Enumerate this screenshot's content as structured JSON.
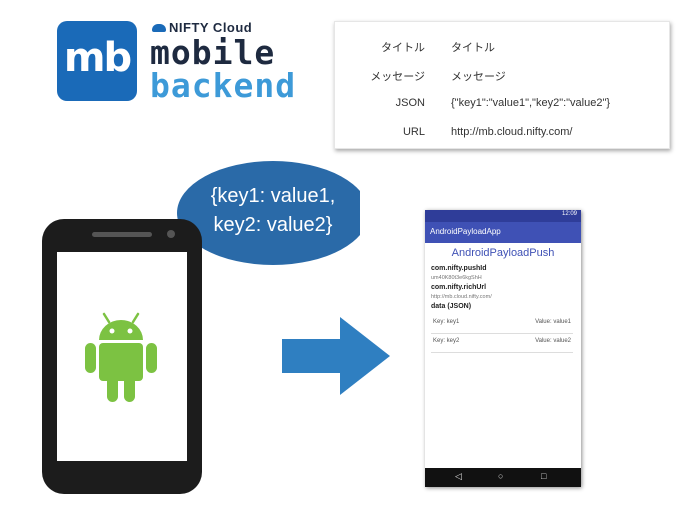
{
  "logo": {
    "tile_text": "mb",
    "provider": "NIFTY Cloud",
    "word1": "mobile",
    "word2": "backend",
    "colors": {
      "tile": "#1a6ab8",
      "dark": "#1e2a40",
      "light": "#3d9ad8"
    }
  },
  "payload_table": {
    "rows": [
      {
        "key": "タイトル",
        "value": "タイトル"
      },
      {
        "key": "メッセージ",
        "value": "メッセージ"
      },
      {
        "key": "JSON",
        "value": "{\"key1\":\"value1\",\"key2\":\"value2\"}"
      },
      {
        "key": "URL",
        "value": "http://mb.cloud.nifty.com/"
      }
    ]
  },
  "speech_bubble": {
    "line1": "{key1: value1,",
    "line2": "key2: value2}",
    "color": "#2a6aa8"
  },
  "arrow_color": "#2f7fc1",
  "android_icon_color": "#7cc242",
  "device": {
    "status_time": "12:09",
    "app_title": "AndroidPayloadApp",
    "heading": "AndroidPayloadPush",
    "fields": [
      {
        "label": "com.nifty.pushId",
        "value": "um40K80t3e6kgShH"
      },
      {
        "label": "com.nifty.richUrl",
        "value": "http://mb.cloud.nifty.com/"
      },
      {
        "label": "data (JSON)",
        "value": ""
      }
    ],
    "rows": [
      {
        "key": "Key: key1",
        "value": "Value: value1"
      },
      {
        "key": "Key: key2",
        "value": "Value: value2"
      }
    ],
    "nav_icons": [
      "back-icon",
      "home-icon",
      "recents-icon"
    ]
  }
}
